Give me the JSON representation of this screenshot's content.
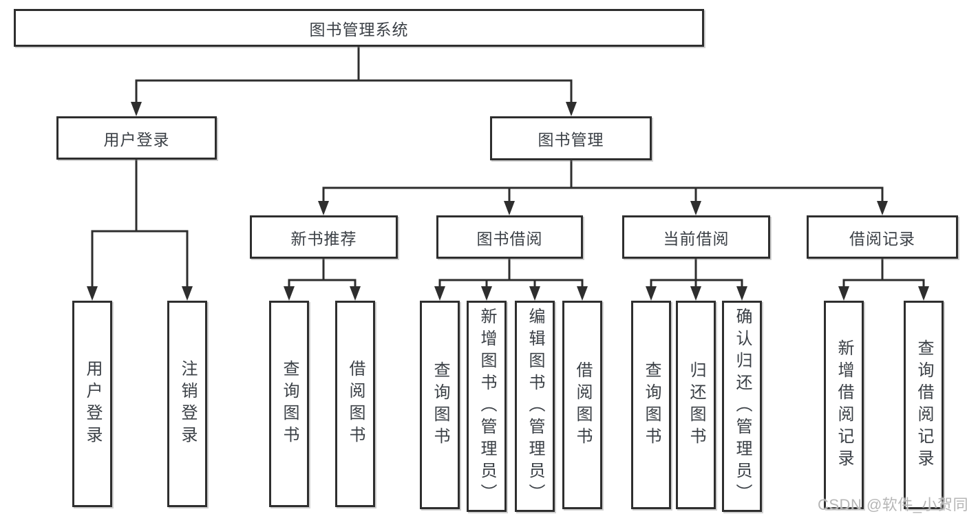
{
  "watermark": "CSDN @软件_小贺同学",
  "colors": {
    "line": "#2e2e2e",
    "box_border": "#2e2e2e",
    "text": "#3b4046",
    "watermark": "#b6b6b6",
    "background": "#ffffff"
  },
  "diagram": {
    "root": {
      "id": "root",
      "label": "图书管理系统",
      "children": [
        {
          "id": "user-login",
          "label": "用户登录",
          "children": [
            {
              "id": "ul-login",
              "label": "用户登录"
            },
            {
              "id": "ul-logout",
              "label": "注销登录"
            }
          ]
        },
        {
          "id": "book-mgmt",
          "label": "图书管理",
          "children": [
            {
              "id": "new-book-rec",
              "label": "新书推荐",
              "children": [
                {
                  "id": "nb-query",
                  "label": "查询图书"
                },
                {
                  "id": "nb-borrow",
                  "label": "借阅图书"
                }
              ]
            },
            {
              "id": "book-borrow",
              "label": "图书借阅",
              "children": [
                {
                  "id": "bb-query",
                  "label": "查询图书"
                },
                {
                  "id": "bb-add",
                  "label": "新增图书（管理员）"
                },
                {
                  "id": "bb-edit",
                  "label": "编辑图书（管理员）"
                },
                {
                  "id": "bb-borrow",
                  "label": "借阅图书"
                }
              ]
            },
            {
              "id": "current-borrow",
              "label": "当前借阅",
              "children": [
                {
                  "id": "cb-query",
                  "label": "查询图书"
                },
                {
                  "id": "cb-return",
                  "label": "归还图书"
                },
                {
                  "id": "cb-confirm",
                  "label": "确认归还（管理员）"
                }
              ]
            },
            {
              "id": "borrow-record",
              "label": "借阅记录",
              "children": [
                {
                  "id": "br-add",
                  "label": "新增借阅记录"
                },
                {
                  "id": "br-query",
                  "label": "查询借阅记录"
                }
              ]
            }
          ]
        }
      ]
    }
  }
}
